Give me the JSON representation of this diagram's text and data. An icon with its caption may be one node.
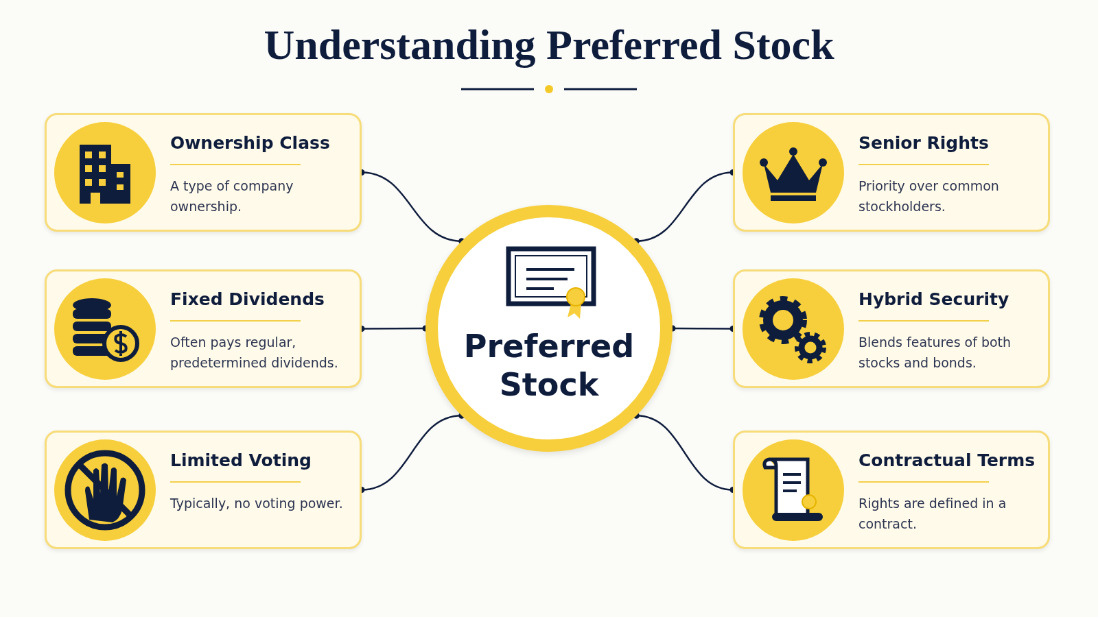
{
  "diagram": {
    "title": "Understanding Preferred Stock",
    "nodes": [
      {
        "text": [
          "Preferred Stock"
        ]
      },
      {
        "text": [
          "Ownership Class",
          "A type of company ownership."
        ]
      },
      {
        "text": [
          "Fixed Dividends",
          "Often pays regular, predetermined dividends."
        ]
      },
      {
        "text": [
          "Limited Voting",
          "Typically, no voting power."
        ]
      },
      {
        "text": [
          "Senior Rights",
          "Priority over common stockholders."
        ]
      },
      {
        "text": [
          "Hybrid Security",
          "Blends features of both stocks and bonds."
        ]
      },
      {
        "text": [
          "Contractual Terms",
          "Rights are defined in a contract."
        ]
      }
    ],
    "edges": [
      {
        "from": 0,
        "to": 1,
        "arrow": "other"
      },
      {
        "from": 0,
        "to": 2,
        "arrow": "other"
      },
      {
        "from": 0,
        "to": 3,
        "arrow": "other"
      },
      {
        "from": 0,
        "to": 4,
        "arrow": "other"
      },
      {
        "from": 0,
        "to": 5,
        "arrow": "other"
      },
      {
        "from": 0,
        "to": 6,
        "arrow": "other"
      }
    ]
  }
}
